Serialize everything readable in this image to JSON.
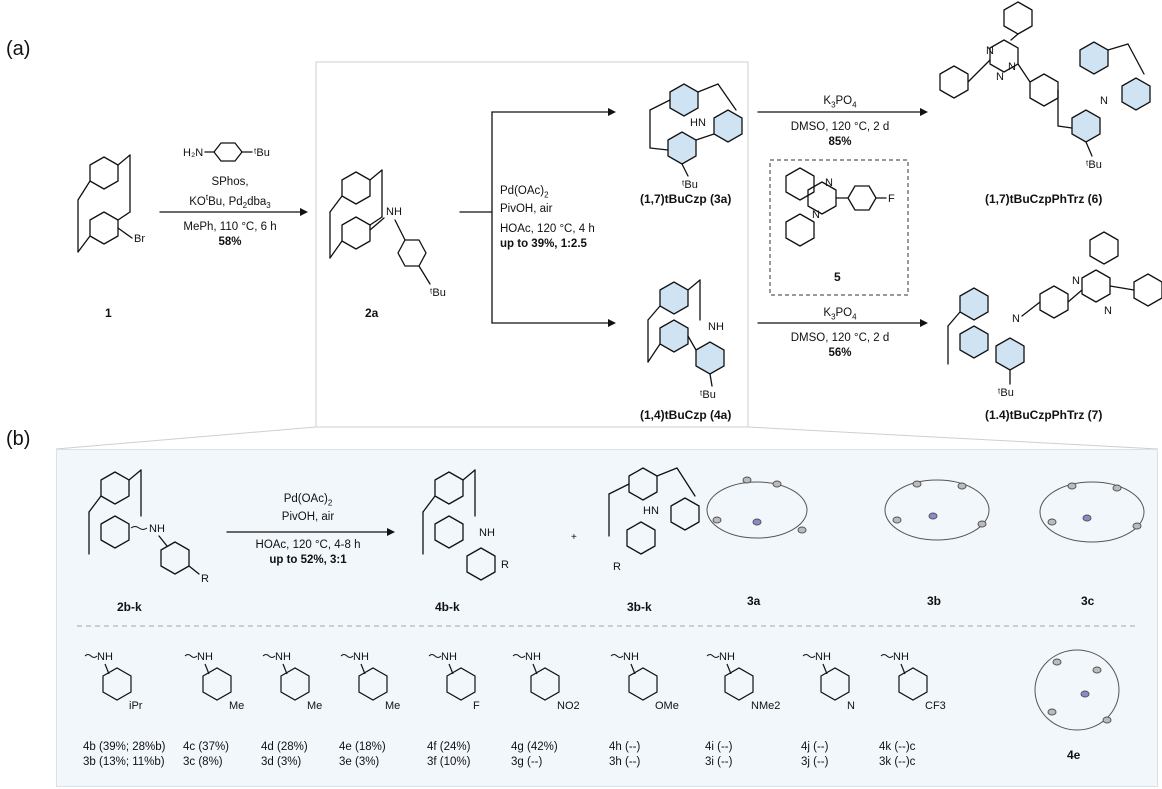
{
  "panel_a": {
    "label": "(a)",
    "compound_1": "1",
    "step1": {
      "reagent": "H2N–C6H4–tBu",
      "line1": "SPhos,",
      "line2": "KOtBu, Pd2dba3",
      "line3": "MePh, 110 °C, 6 h",
      "yield": "58%"
    },
    "compound_2a": "2a",
    "step2": {
      "line1": "Pd(OAc)2",
      "line2": "PivOH, air",
      "line3": "HOAc, 120 °C, 4 h",
      "yield": "up to 39%, 1:2.5"
    },
    "product_3a": "(1,7)tBuCzp (3a)",
    "product_4a": "(1,4)tBuCzp (4a)",
    "step3_top": {
      "line1": "K3PO4",
      "line2": "DMSO, 120 °C, 2 d",
      "yield": "85%"
    },
    "step3_bottom": {
      "line1": "K3PO4",
      "line2": "DMSO, 120 °C, 2 d",
      "yield": "56%"
    },
    "reagent_5": "5",
    "product_6": "(1,7)tBuCzpPhTrz (6)",
    "product_7": "(1.4)tBuCzpPhTrz (7)"
  },
  "panel_b": {
    "label": "(b)",
    "start": "2b-k",
    "conditions": {
      "line1": "Pd(OAc)2",
      "line2": "PivOH, air",
      "line3": "HOAc, 120 °C, 4-8 h",
      "yield": "up to 52%, 3:1"
    },
    "product_4": "4b-k",
    "plus": "+",
    "product_3": "3b-k",
    "crystal_labels": [
      "3a",
      "3b",
      "3c",
      "4e"
    ],
    "substituents": [
      {
        "name": "iPr",
        "l1": "4b (39%; 28%b)",
        "l2": "3b (13%; 11%b)"
      },
      {
        "name": "Me",
        "l1": "4c (37%)",
        "l2": "3c (8%)"
      },
      {
        "name": "Me",
        "l1": "4d (28%)",
        "l2": "3d (3%)"
      },
      {
        "name": "Me",
        "l1": "4e (18%)",
        "l2": "3e (3%)"
      },
      {
        "name": "F",
        "l1": "4f (24%)",
        "l2": "3f (10%)"
      },
      {
        "name": "NO2",
        "l1": "4g (42%)",
        "l2": "3g (--)"
      },
      {
        "name": "OMe",
        "l1": "4h (--)",
        "l2": "3h (--)"
      },
      {
        "name": "NMe2",
        "l1": "4i (--)",
        "l2": "3i (--)"
      },
      {
        "name": "N",
        "l1": "4j (--)",
        "l2": "3j (--)"
      },
      {
        "name": "CF3",
        "l1": "4k (--)c",
        "l2": "3k (--)c"
      }
    ]
  }
}
